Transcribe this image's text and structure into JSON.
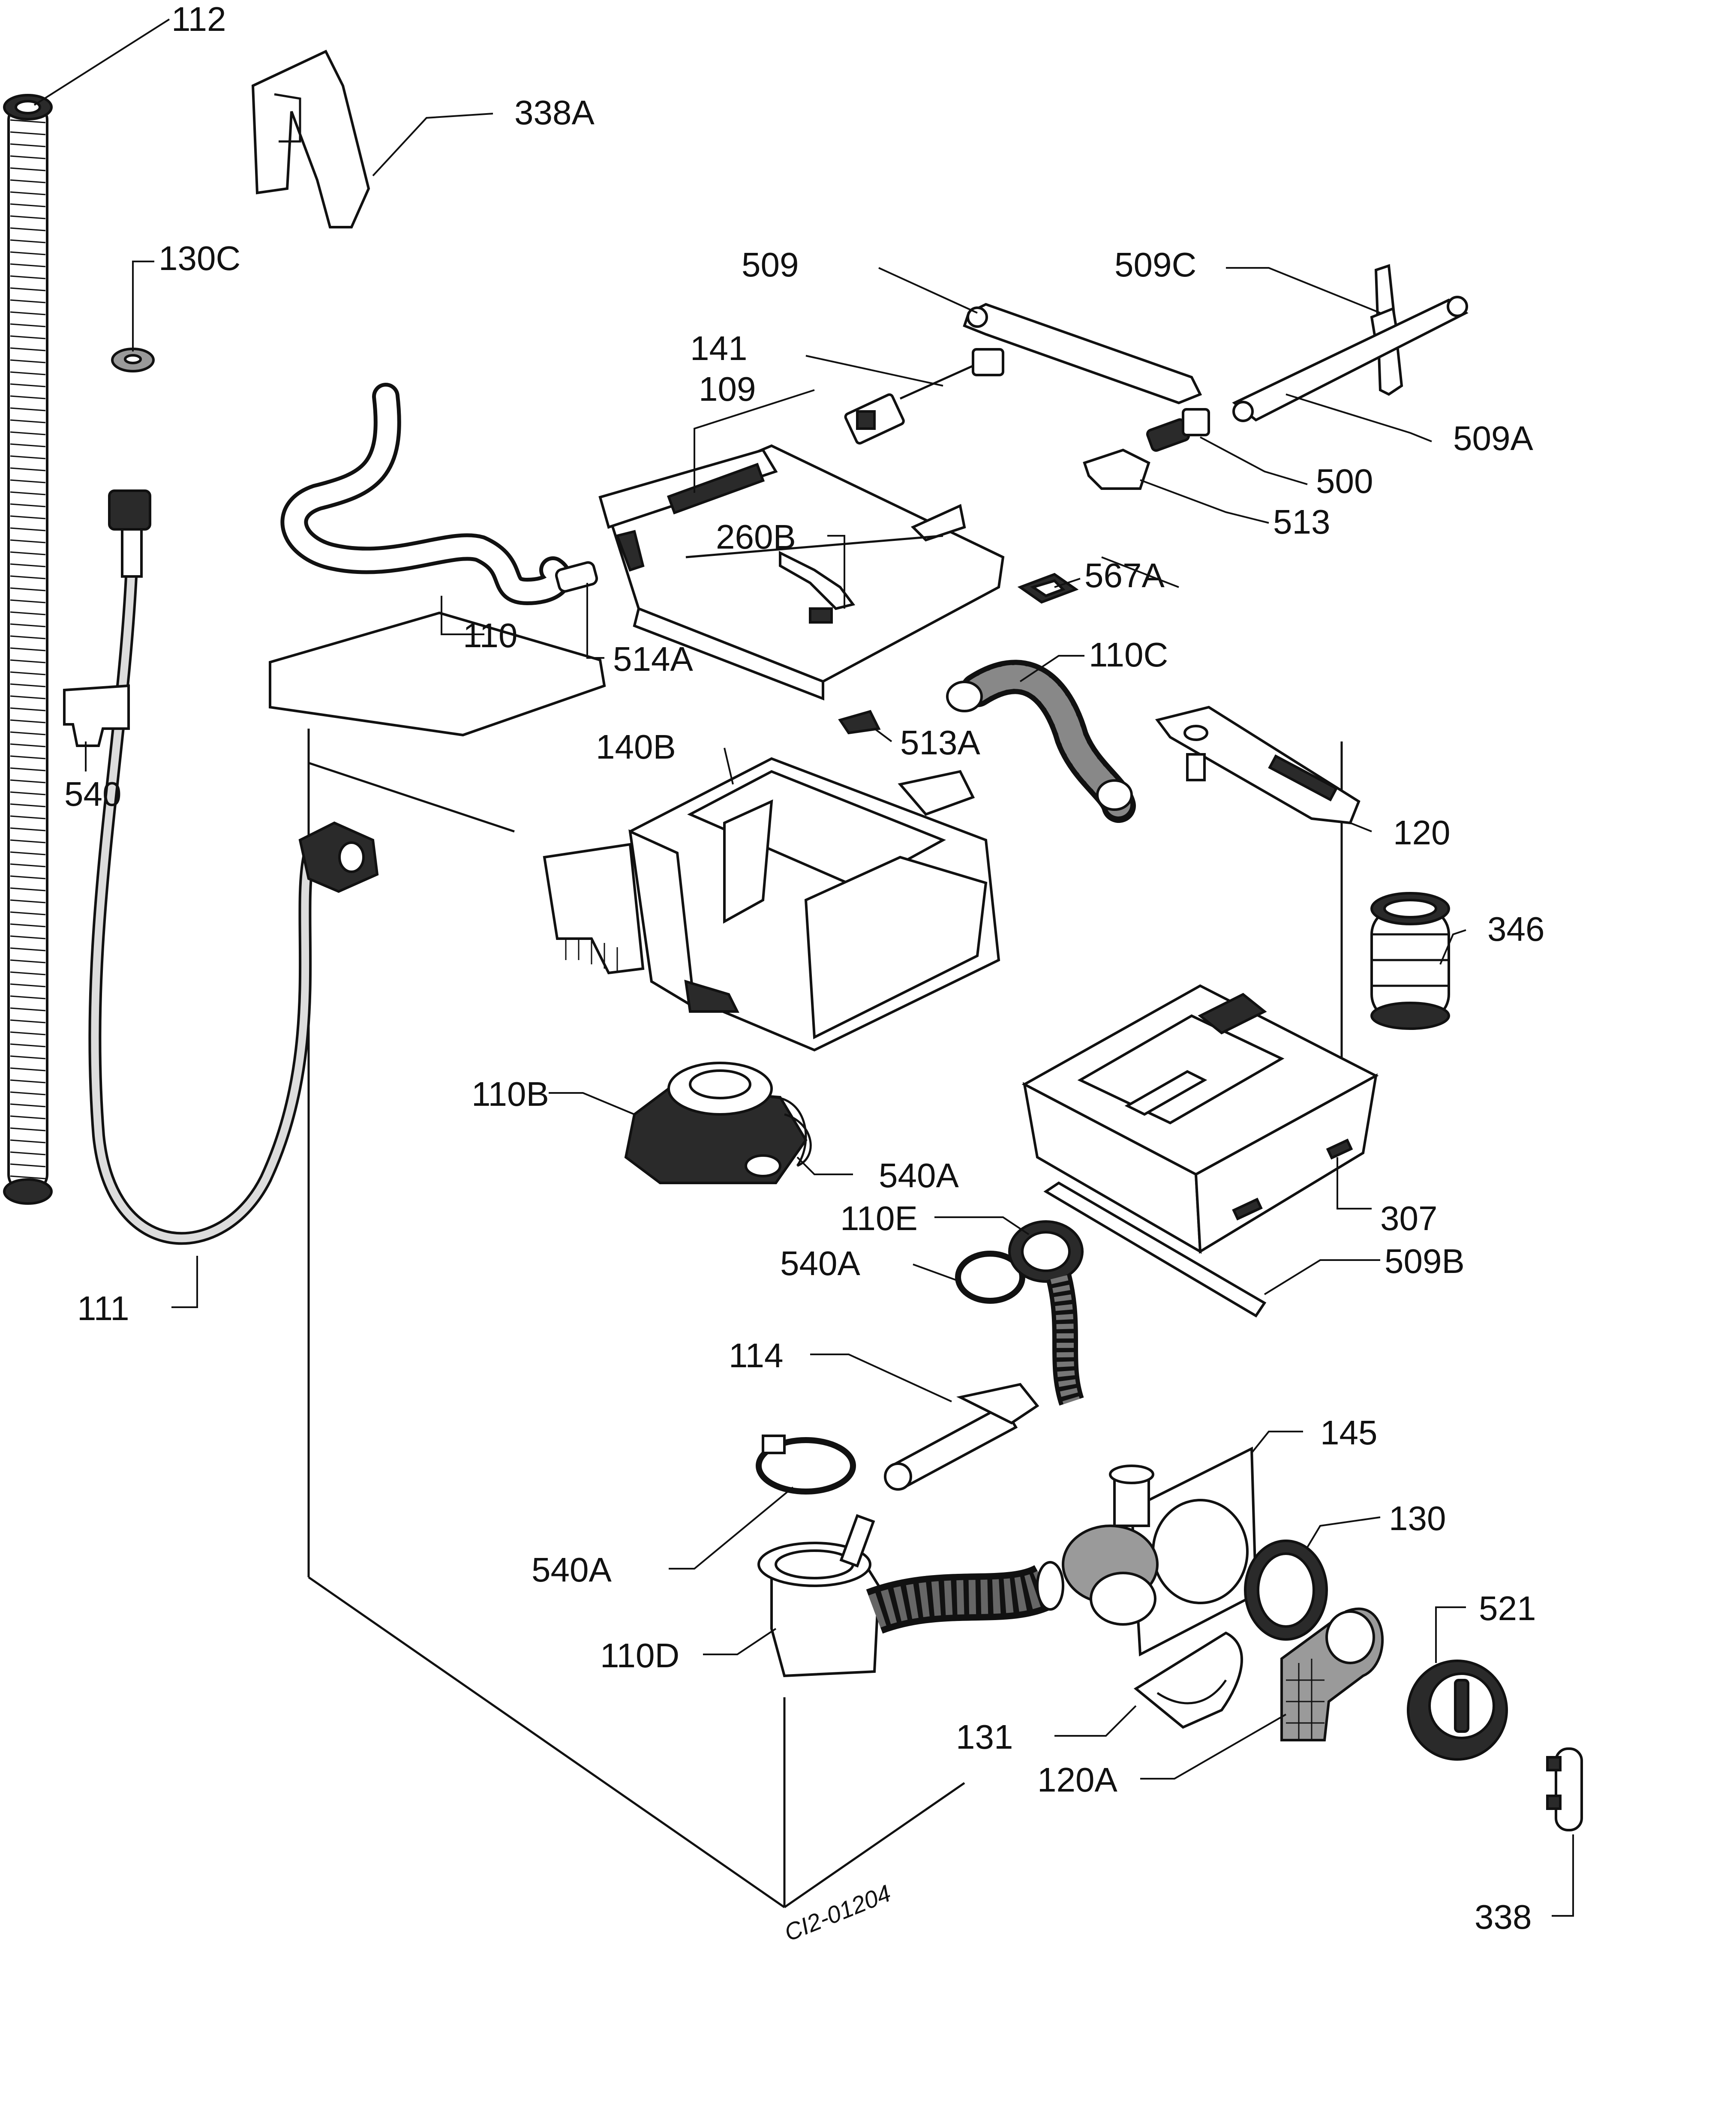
{
  "diagram_code": "CI2-01204",
  "labels": [
    {
      "id": "112",
      "text": "112"
    },
    {
      "id": "338a",
      "text": "338A"
    },
    {
      "id": "130c",
      "text": "130C"
    },
    {
      "id": "509",
      "text": "509"
    },
    {
      "id": "509c",
      "text": "509C"
    },
    {
      "id": "141",
      "text": "141"
    },
    {
      "id": "109",
      "text": "109"
    },
    {
      "id": "509a",
      "text": "509A"
    },
    {
      "id": "500",
      "text": "500"
    },
    {
      "id": "513",
      "text": "513"
    },
    {
      "id": "260b",
      "text": "260B"
    },
    {
      "id": "567a",
      "text": "567A"
    },
    {
      "id": "110",
      "text": "110"
    },
    {
      "id": "514a",
      "text": "514A"
    },
    {
      "id": "110c",
      "text": "110C"
    },
    {
      "id": "540",
      "text": "540"
    },
    {
      "id": "140b",
      "text": "140B"
    },
    {
      "id": "513a",
      "text": "513A"
    },
    {
      "id": "120",
      "text": "120"
    },
    {
      "id": "346",
      "text": "346"
    },
    {
      "id": "110b",
      "text": "110B"
    },
    {
      "id": "540a-1",
      "text": "540A"
    },
    {
      "id": "110e",
      "text": "110E"
    },
    {
      "id": "307",
      "text": "307"
    },
    {
      "id": "540a-2",
      "text": "540A"
    },
    {
      "id": "509b",
      "text": "509B"
    },
    {
      "id": "111",
      "text": "111"
    },
    {
      "id": "114",
      "text": "114"
    },
    {
      "id": "145",
      "text": "145"
    },
    {
      "id": "130",
      "text": "130"
    },
    {
      "id": "540a-3",
      "text": "540A"
    },
    {
      "id": "521",
      "text": "521"
    },
    {
      "id": "110d",
      "text": "110D"
    },
    {
      "id": "131",
      "text": "131"
    },
    {
      "id": "120a",
      "text": "120A"
    },
    {
      "id": "338",
      "text": "338"
    }
  ]
}
